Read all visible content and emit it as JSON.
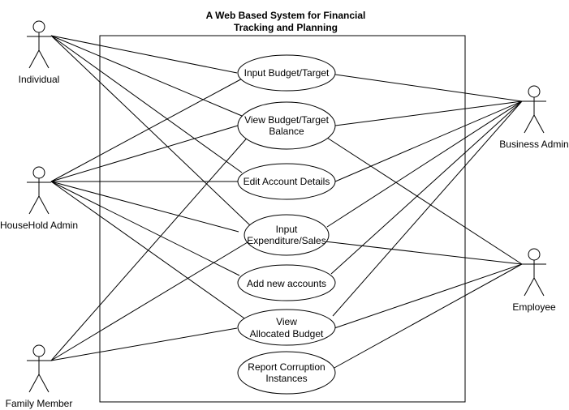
{
  "diagram": {
    "title_line1": "A Web Based System for Financial",
    "title_line2": "Tracking and Planning",
    "actors": {
      "individual": "Individual",
      "household_admin": "HouseHold Admin",
      "family_member": "Family Member",
      "business_admin": "Business Admin",
      "employee": "Employee"
    },
    "use_cases": {
      "input_budget": [
        "Input Budget/Target"
      ],
      "view_budget": [
        "View Budget/Target",
        "Balance"
      ],
      "edit_account": [
        "Edit Account Details"
      ],
      "input_expenditure": [
        "Input",
        "Expenditure/Sales"
      ],
      "add_accounts": [
        "Add new accounts"
      ],
      "view_allocated": [
        "View",
        "Allocated Budget"
      ],
      "report_corruption": [
        "Report Corruption",
        "Instances"
      ]
    }
  }
}
